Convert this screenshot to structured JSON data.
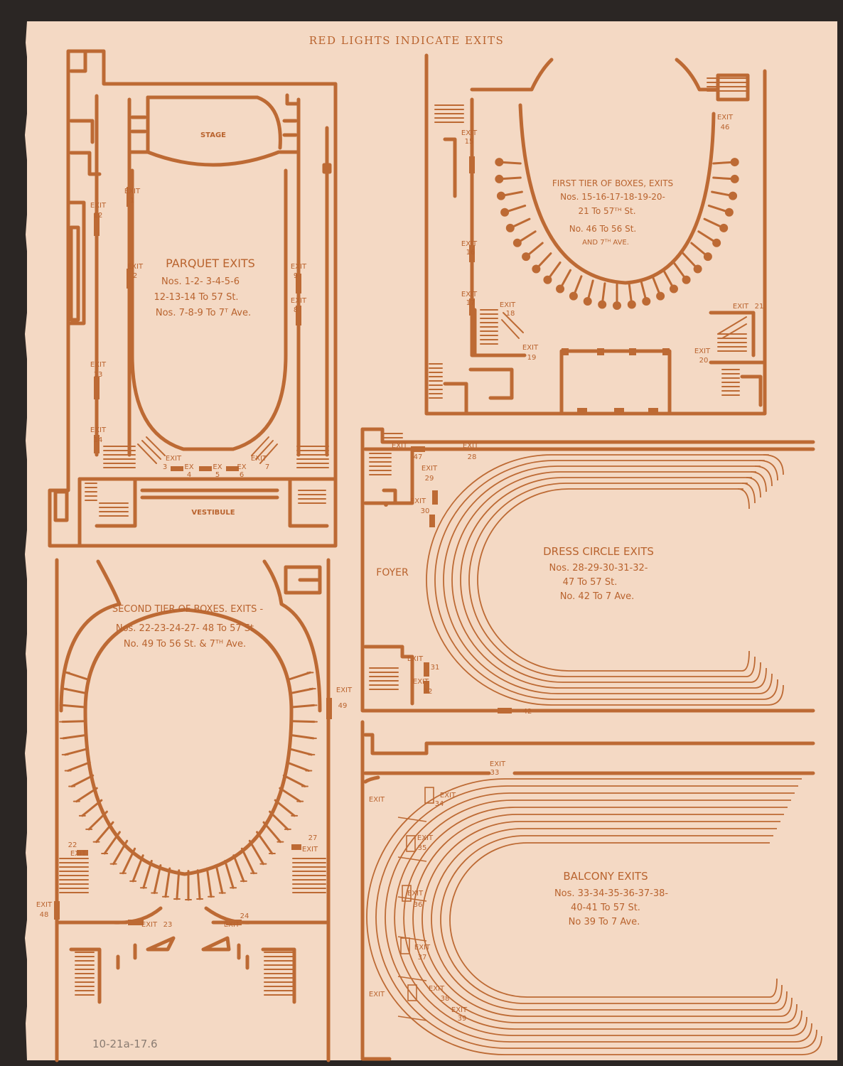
{
  "header": "RED LIGHTS INDICATE EXITS",
  "pencil_note": "10-21a-17.6",
  "colors": {
    "ink": "#bd6a34",
    "paper": "#f4d9c4",
    "background": "#2b2624",
    "pencil": "#8a7c72"
  },
  "parquet": {
    "stage": "STAGE",
    "vestibule": "VESTIBULE",
    "title": "PARQUET EXITS",
    "lines": [
      "Nos. 1-2- 3-4-5-6",
      "12-13-14 To 57 St.",
      "Nos. 7-8-9 To 7ᵀ Ave."
    ],
    "exits": [
      "1",
      "2",
      "3",
      "4",
      "5",
      "6",
      "7",
      "8",
      "9",
      "12",
      "13",
      "14"
    ]
  },
  "first_tier": {
    "title": "FIRST TIER OF BOXES, EXITS",
    "lines": [
      "Nos. 15-16-17-18-19-20-",
      "21 To 57ᵀᴴ St.",
      "No. 46 To 56 St.",
      "AND 7ᵀᴴ AVE."
    ],
    "exits": [
      "15",
      "16",
      "17",
      "18",
      "19",
      "20",
      "21",
      "46"
    ]
  },
  "second_tier": {
    "title": "SECOND TIER OF BOXES. EXITS -",
    "lines": [
      "Nos. 22-23-24-27- 48 To 57 St",
      "No. 49 To 56 St. & 7ᵀᴴ Ave."
    ],
    "exits": [
      "22",
      "23",
      "24",
      "27",
      "48",
      "49"
    ]
  },
  "dress_circle": {
    "foyer": "FOYER",
    "title": "DRESS CIRCLE EXITS",
    "lines": [
      "Nos. 28-29-30-31-32-",
      "47 To 57 St.",
      "No. 42 To 7 Ave."
    ],
    "exits": [
      "28",
      "29",
      "30",
      "31",
      "32",
      "42",
      "47"
    ]
  },
  "balcony": {
    "title": "BALCONY EXITS",
    "lines": [
      "Nos. 33-34-35-36-37-38-",
      "40-41 To 57 St.",
      "No 39 To 7 Ave."
    ],
    "exits": [
      "33",
      "34",
      "35",
      "36",
      "37",
      "38",
      "39"
    ]
  },
  "words": {
    "exit": "EXIT",
    "ex": "EX"
  }
}
